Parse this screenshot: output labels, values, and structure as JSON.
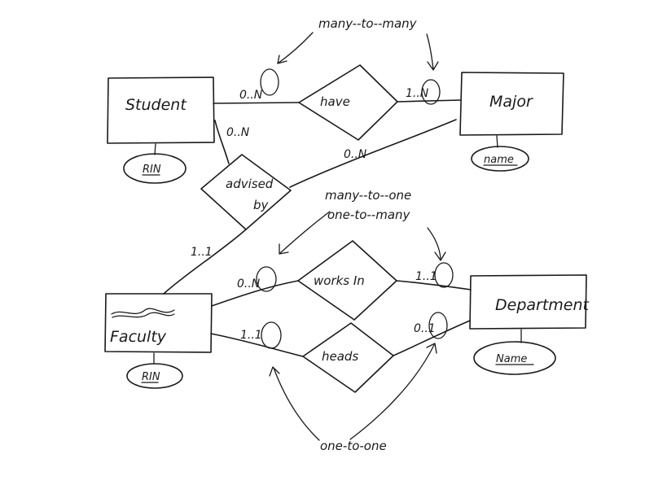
{
  "entities": {
    "student": "Student",
    "major": "Major",
    "faculty": "Faculty",
    "department": "Department"
  },
  "attributes": {
    "student_rin": "RIN",
    "major_name": "name",
    "faculty_rin": "RIN",
    "department_name": "Name"
  },
  "relationships": {
    "have": "have",
    "advised_by_line1": "advised",
    "advised_by_line2": "by",
    "works_in": "works In",
    "heads": "heads"
  },
  "cardinalities": {
    "have_student": "0..N",
    "have_major": "1..N",
    "advised_student": "0..N",
    "advised_faculty_side": "0..N",
    "advised_one": "1..1",
    "works_faculty": "0..N",
    "works_department": "1..1",
    "heads_faculty": "1..1",
    "heads_department": "0..1"
  },
  "annotations": {
    "many_to_many": "many--to--many",
    "many_to_one": "many--to--one",
    "one_to_many": "one-to--many",
    "one_to_one": "one-to-one"
  }
}
